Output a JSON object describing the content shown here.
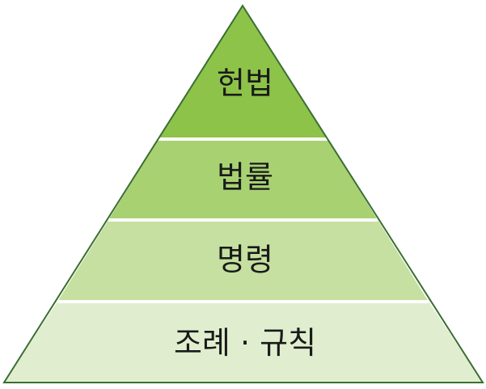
{
  "diagram": {
    "tiers": [
      {
        "label": "헌법",
        "fill": "#8dc349"
      },
      {
        "label": "법률",
        "fill": "#a8d272"
      },
      {
        "label": "명령",
        "fill": "#c5e0a0"
      },
      {
        "label": "조례 · 규칙",
        "fill": "#e0eecf"
      }
    ],
    "outline_color": "#3a6e32",
    "separator_color": "#ffffff"
  }
}
